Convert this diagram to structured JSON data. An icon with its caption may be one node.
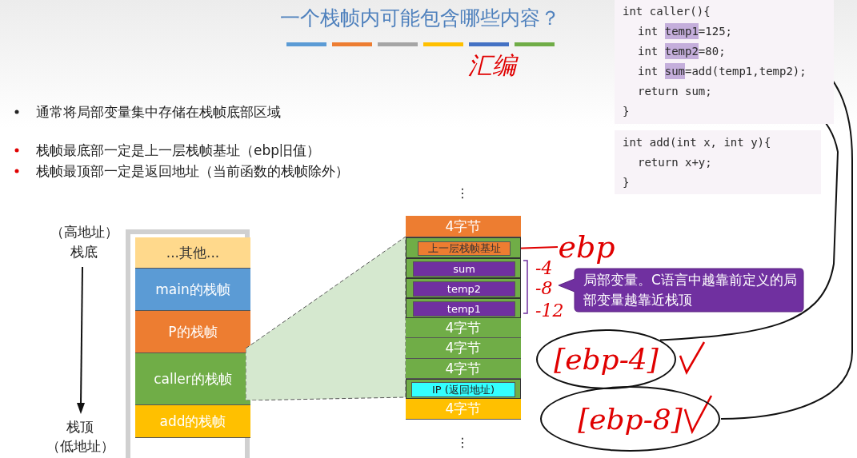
{
  "diagram": {
    "title": "一个栈帧内可能包含哪些内容？",
    "nodes": [
      {
        "text": [
          "int caller(){",
          "int temp1=125;",
          "int temp2=80;",
          "int sum=add(temp1,temp2);",
          "return sum;",
          "}"
        ]
      },
      {
        "text": [
          "int add(int x, int y){",
          "return x+y;",
          "}"
        ]
      },
      {
        "text": [],
        "shape": "box"
      },
      {
        "text": [
          "...其他..."
        ],
        "in": 2
      },
      {
        "text": [
          "main的栈帧"
        ],
        "in": 2
      },
      {
        "text": [
          "P的栈帧"
        ],
        "in": 2
      },
      {
        "text": [
          "caller的栈帧"
        ],
        "in": 2
      },
      {
        "text": [
          "add的栈帧"
        ],
        "in": 2
      },
      {
        "text": [
          "4字节"
        ]
      },
      {
        "text": [],
        "shape": "box"
      },
      {
        "text": [
          "上一层栈帧基址"
        ],
        "in": 9
      },
      {
        "text": [],
        "shape": "box"
      },
      {
        "text": [
          "sum"
        ],
        "in": 11
      },
      {
        "text": [],
        "shape": "box"
      },
      {
        "text": [
          "temp2"
        ],
        "in": 13
      },
      {
        "text": [],
        "shape": "box"
      },
      {
        "text": [
          "temp1"
        ],
        "in": 15
      },
      {
        "text": [
          "4字节"
        ]
      },
      {
        "text": [
          "4字节"
        ]
      },
      {
        "text": [
          "4字节"
        ]
      },
      {
        "text": [],
        "shape": "box"
      },
      {
        "text": [
          "IP (返回地址)"
        ],
        "in": 20
      },
      {
        "text": [
          "4字节"
        ]
      },
      {
        "text": [
          "ebp"
        ]
      },
      {
        "text": [
          "局部变量。C语言中越靠前定义的局部变量越靠近栈顶"
        ]
      },
      {
        "text": [
          "[ebp-4]"
        ]
      },
      {
        "text": [
          "[ebp-8]"
        ]
      },
      {
        "text": [],
        "shape": "trapezoid"
      }
    ],
    "edges": [
      {
        "from": 23,
        "to": 10,
        "arrow": "to",
        "color": "#e00000"
      },
      {
        "from": 25,
        "to": 0,
        "arrow": "none"
      },
      {
        "from": 26,
        "to": 0,
        "arrow": "none"
      }
    ],
    "labels": [
      "汇编",
      "通常将局部变量集中存储在栈帧底部区域",
      "栈帧最底部一定是上一层栈帧基址（ebp旧值）",
      "栈帧最顶部一定是返回地址（当前函数的栈帧除外）",
      "（高地址）",
      "栈底",
      "栈顶",
      "（低地址）",
      "⋮",
      "-4",
      "-8",
      "-12",
      "⋮"
    ]
  }
}
